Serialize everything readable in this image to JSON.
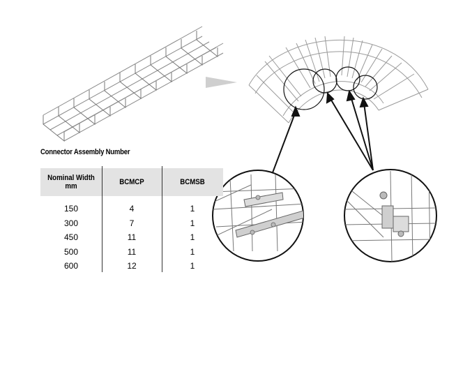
{
  "section_title": "Connector Assembly Number",
  "table": {
    "headers": [
      "Nominal Width\nmm",
      "BCMCP",
      "BCMSB"
    ],
    "rows": [
      [
        "150",
        "4",
        "1"
      ],
      [
        "300",
        "7",
        "1"
      ],
      [
        "450",
        "11",
        "1"
      ],
      [
        "500",
        "11",
        "1"
      ],
      [
        "600",
        "12",
        "1"
      ]
    ]
  },
  "icons": {
    "straight_tray": "wire-mesh-cable-tray-illustration",
    "direction": "grey-arrow-right-icon",
    "bend": "curved-tray-bend-illustration",
    "detail_left": "connector-plate-detail-magnified",
    "detail_right": "splice-bolt-detail-magnified"
  },
  "colors": {
    "header_fill": "#e3e3e3",
    "line": "#333333",
    "arrow_grey": "#cfcfcf"
  }
}
